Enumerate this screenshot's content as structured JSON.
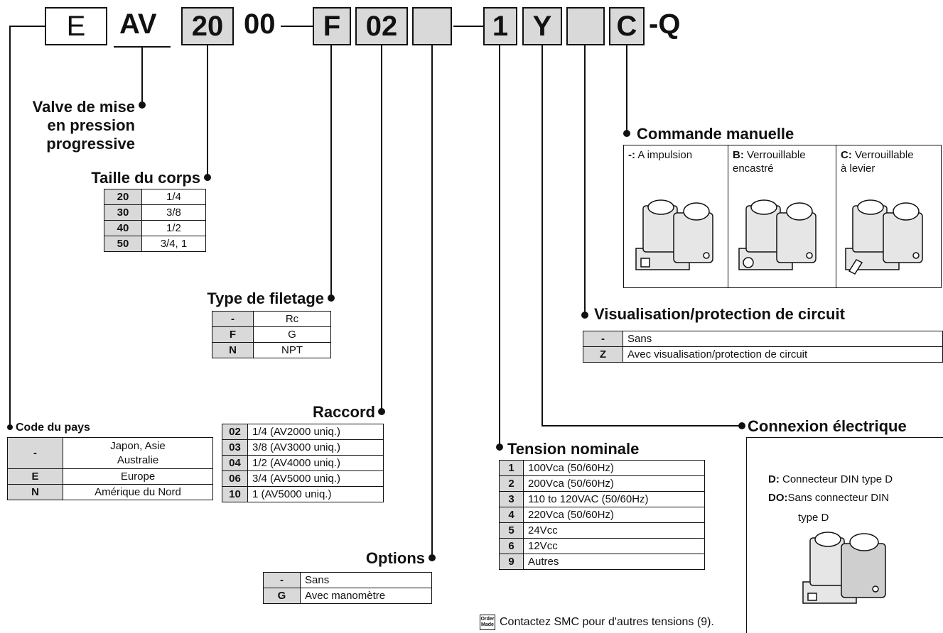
{
  "code": {
    "e": "E",
    "av": "AV",
    "size": "20",
    "zeros": "00",
    "thread": "F",
    "port": "02",
    "option": "",
    "voltage": "1",
    "electric": "Y",
    "light": "",
    "manual": "C",
    "suffix": "-Q"
  },
  "valve_desc": {
    "line1": "Valve de mise",
    "line2": "en pression",
    "line3": "progressive"
  },
  "body_size": {
    "title": "Taille du corps",
    "rows": [
      {
        "k": "20",
        "v": "1/4"
      },
      {
        "k": "30",
        "v": "3/8"
      },
      {
        "k": "40",
        "v": "1/2"
      },
      {
        "k": "50",
        "v": "3/4, 1"
      }
    ]
  },
  "thread_type": {
    "title": "Type de filetage",
    "rows": [
      {
        "k": "-",
        "v": "Rc"
      },
      {
        "k": "F",
        "v": "G"
      },
      {
        "k": "N",
        "v": "NPT"
      }
    ]
  },
  "country": {
    "title": "Code du pays",
    "rows": [
      {
        "k": "-",
        "v1": "Japon, Asie",
        "v2": "Australie"
      },
      {
        "k": "E",
        "v1": "Europe"
      },
      {
        "k": "N",
        "v1": "Amérique du Nord"
      }
    ]
  },
  "port_size": {
    "title": "Raccord",
    "rows": [
      {
        "k": "02",
        "v": "1/4 (AV2000 uniq.)"
      },
      {
        "k": "03",
        "v": "3/8 (AV3000 uniq.)"
      },
      {
        "k": "04",
        "v": "1/2 (AV4000 uniq.)"
      },
      {
        "k": "06",
        "v": "3/4 (AV5000 uniq.)"
      },
      {
        "k": "10",
        "v": "1  (AV5000 uniq.)"
      }
    ]
  },
  "options": {
    "title": "Options",
    "rows": [
      {
        "k": "-",
        "v": "Sans"
      },
      {
        "k": "G",
        "v": "Avec manomètre"
      }
    ]
  },
  "voltage": {
    "title": "Tension nominale",
    "rows": [
      {
        "k": "1",
        "v": "100Vca (50/60Hz)"
      },
      {
        "k": "2",
        "v": "200Vca (50/60Hz)"
      },
      {
        "k": "3",
        "v": "110 to 120VAC (50/60Hz)"
      },
      {
        "k": "4",
        "v": "220Vca (50/60Hz)"
      },
      {
        "k": "5",
        "v": "24Vcc"
      },
      {
        "k": "6",
        "v": "12Vcc"
      },
      {
        "k": "9",
        "v": "Autres"
      }
    ],
    "note": "Contactez SMC pour d'autres tensions (9).",
    "note_icon_line1": "Order",
    "note_icon_line2": "Made"
  },
  "manual": {
    "title": "Commande manuelle",
    "cells": [
      {
        "k": "-:",
        "v1": " A impulsion",
        "v2": ""
      },
      {
        "k": "B:",
        "v1": " Verrouillable",
        "v2": "encastré"
      },
      {
        "k": "C:",
        "v1": " Verrouillable",
        "v2": " à levier"
      }
    ]
  },
  "light": {
    "title": "Visualisation/protection de circuit",
    "rows": [
      {
        "k": "-",
        "v": "Sans"
      },
      {
        "k": "Z",
        "v": "Avec visualisation/protection de circuit"
      }
    ]
  },
  "electric": {
    "title": "Connexion électrique",
    "d_key": "D:",
    "d_text": " Connecteur DIN type D",
    "do_key": "DO:",
    "do_text": "Sans connecteur DIN",
    "do_text2": "type D"
  },
  "colors": {
    "key_fill": "#d9d9d9",
    "line": "#111111"
  }
}
